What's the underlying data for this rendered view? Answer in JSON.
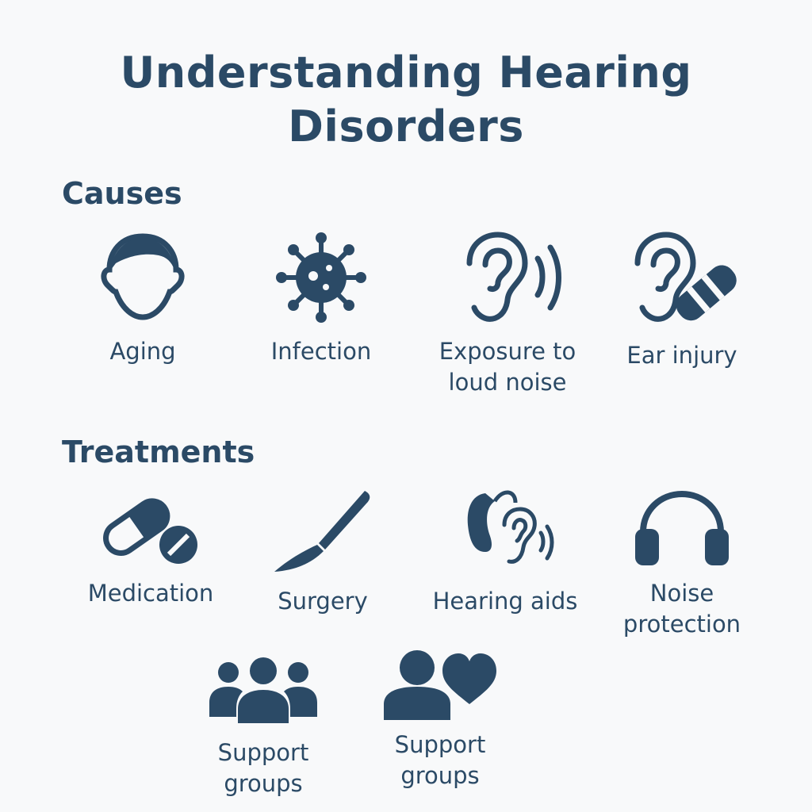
{
  "title": {
    "line1": "Understanding Hearing",
    "line2": "Disorders"
  },
  "causes": {
    "heading": "Causes",
    "items": [
      {
        "label": "Aging",
        "icon": "head-icon"
      },
      {
        "label": "Infection",
        "icon": "virus-icon"
      },
      {
        "label_line1": "Exposure to",
        "label_line2": "loud noise",
        "icon": "ear-sound-icon"
      },
      {
        "label": "Ear injury",
        "icon": "ear-bandage-icon"
      }
    ]
  },
  "treatments": {
    "heading": "Treatments",
    "items": [
      {
        "label": "Medication",
        "icon": "pill-icon"
      },
      {
        "label": "Surgery",
        "icon": "scalpel-icon"
      },
      {
        "label": "Hearing aids",
        "icon": "hearing-aid-icon"
      },
      {
        "label_line1": "Noise",
        "label_line2": "protection",
        "icon": "headphones-icon"
      },
      {
        "label_line1": "Support",
        "label_line2": "groups",
        "icon": "group-icon"
      },
      {
        "label_line1": "Support",
        "label_line2": "groups",
        "icon": "person-heart-icon"
      }
    ]
  },
  "colors": {
    "primary": "#2b4a66",
    "background": "#f8f9fa"
  }
}
